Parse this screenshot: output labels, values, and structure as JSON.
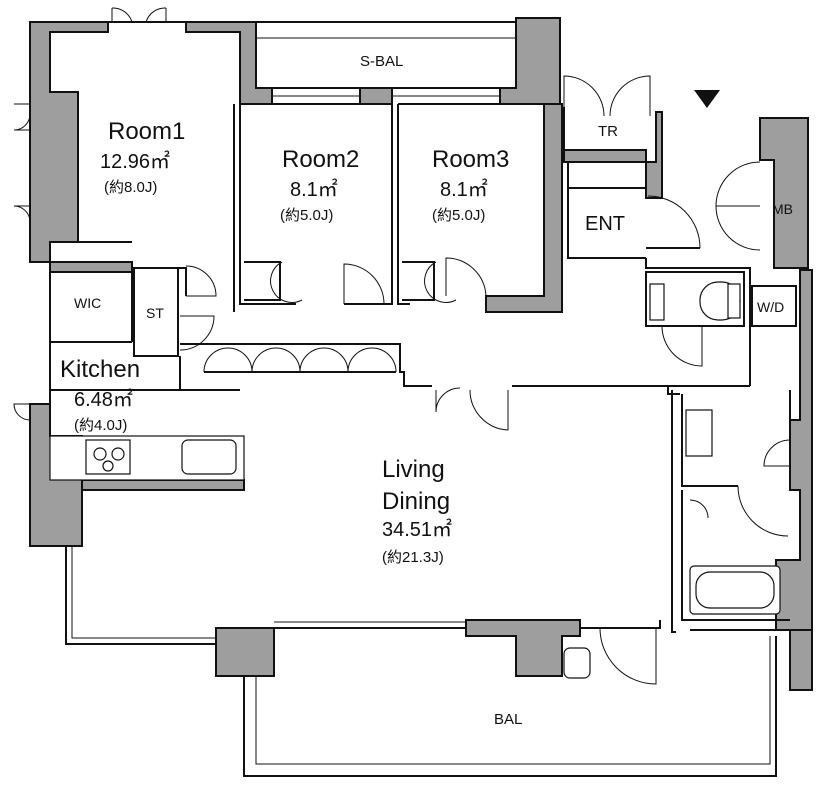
{
  "rooms": {
    "room1": {
      "name": "Room1",
      "area": "12.96㎡",
      "jo": "(約8.0J)"
    },
    "room2": {
      "name": "Room2",
      "area": "8.1㎡",
      "jo": "(約5.0J)"
    },
    "room3": {
      "name": "Room3",
      "area": "8.1㎡",
      "jo": "(約5.0J)"
    },
    "kitchen": {
      "name": "Kitchen",
      "area": "6.48㎡",
      "jo": "(約4.0J)"
    },
    "living": {
      "name_line1": "Living",
      "name_line2": "Dining",
      "area": "34.51㎡",
      "jo": "(約21.3J)"
    }
  },
  "labels": {
    "s_bal": "S-BAL",
    "tr": "TR",
    "ent": "ENT",
    "mb": "MB",
    "wic": "WIC",
    "st": "ST",
    "wd": "W/D",
    "bal": "BAL"
  },
  "colors": {
    "wall": "#9e9e9e",
    "line": "#111111",
    "background": "#ffffff"
  }
}
